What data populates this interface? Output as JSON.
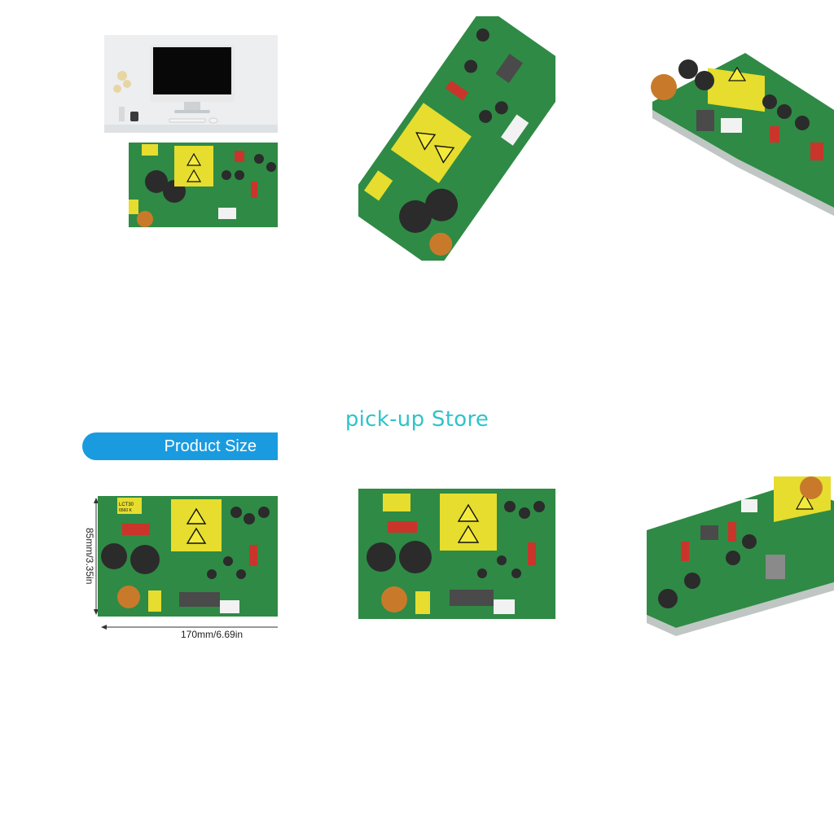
{
  "store_name": "pick-up Store",
  "banner_label": "Product Size",
  "dimensions": {
    "height_label": "85mm/3.35in",
    "width_label": "170mm/6.69in"
  },
  "board": {
    "transformer_label_line1": "LCT30",
    "transformer_label_line2": "6560 K",
    "colors": {
      "pcb": "#2f8a45",
      "pcb_dark": "#23683a",
      "transformer": "#e6dd2e",
      "capacitor": "#2b2b2b",
      "copper": "#c87a2a",
      "resistor": "#c9352a",
      "warning": "#f3ea3c",
      "connector": "#f2f2f2"
    }
  },
  "icons": {
    "warning": "warning-triangle-icon",
    "monitor": "monitor-icon"
  }
}
